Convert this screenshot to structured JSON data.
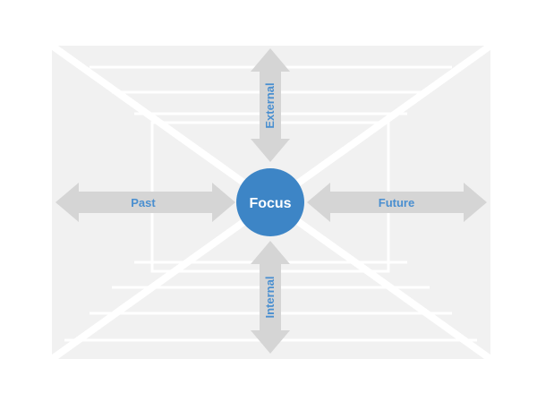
{
  "diagram": {
    "center_label": "Focus",
    "arrows": {
      "left": "Past",
      "right": "Future",
      "up": "External",
      "down": "Internal"
    },
    "colors": {
      "panel": "#f1f1f1",
      "lines": "#ffffff",
      "arrow": "#d5d5d5",
      "label": "#4a8fd0",
      "center_fill": "#3d85c6",
      "center_text": "#ffffff"
    }
  }
}
